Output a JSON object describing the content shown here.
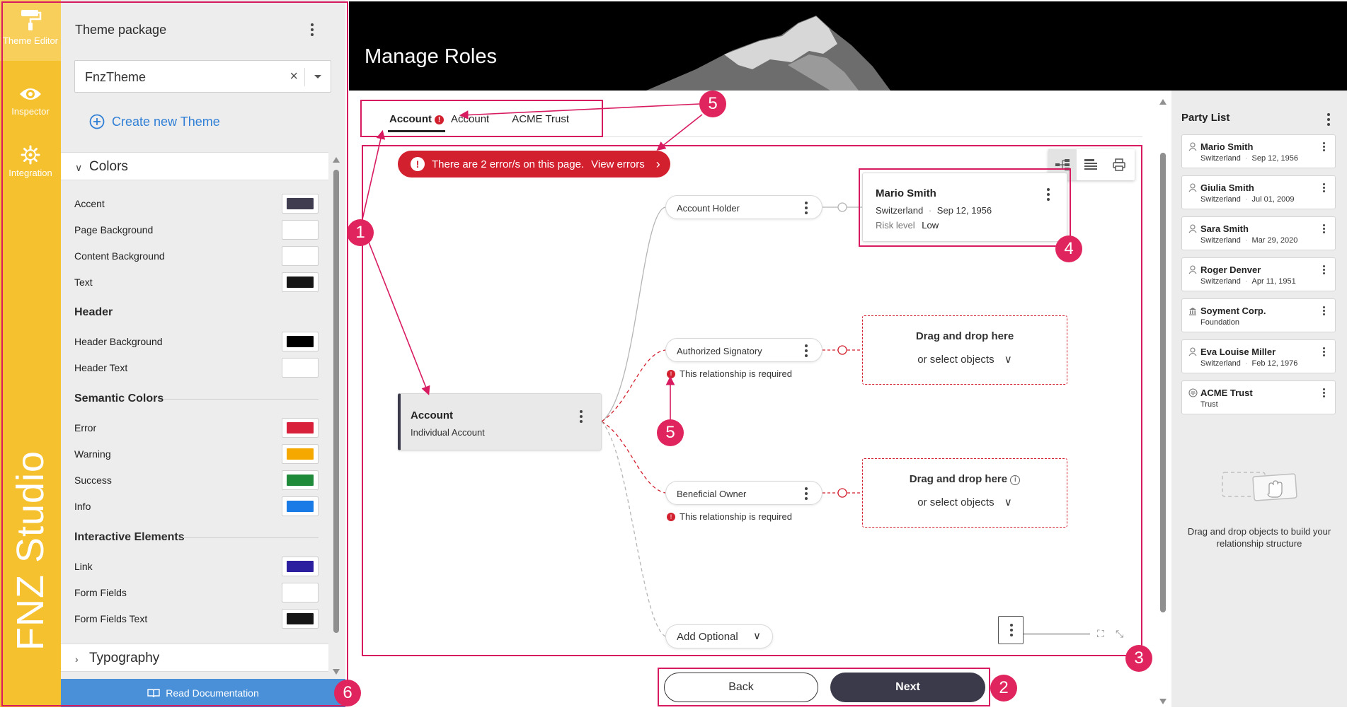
{
  "rail": {
    "items": [
      {
        "label": "Theme Editor",
        "icon": "paint-roller-icon"
      },
      {
        "label": "Inspector",
        "icon": "eye-icon"
      },
      {
        "label": "Integration",
        "icon": "gear-icon"
      }
    ],
    "brand": "FNZ Studio"
  },
  "panel": {
    "title": "Theme package",
    "theme_select": {
      "value": "FnzTheme"
    },
    "create_theme": "Create new Theme",
    "colors_section": "Colors",
    "typography_section": "Typography",
    "groups": {
      "header": "Header",
      "semantic": "Semantic Colors",
      "interactive": "Interactive Elements"
    },
    "colors": [
      {
        "label": "Accent",
        "hex": "#3f3d4f"
      },
      {
        "label": "Page Background",
        "hex": "#ffffff"
      },
      {
        "label": "Content Background",
        "hex": "#ffffff"
      },
      {
        "label": "Text",
        "hex": "#161616"
      },
      {
        "label": "Header Background",
        "hex": "#000000"
      },
      {
        "label": "Header Text",
        "hex": "#ffffff"
      },
      {
        "label": "Error",
        "hex": "#d8203a"
      },
      {
        "label": "Warning",
        "hex": "#f5a800"
      },
      {
        "label": "Success",
        "hex": "#1f8a3a"
      },
      {
        "label": "Info",
        "hex": "#1a7ae6"
      },
      {
        "label": "Link",
        "hex": "#2b1fa0"
      },
      {
        "label": "Form Fields",
        "hex": "#ffffff"
      },
      {
        "label": "Form Fields Text",
        "hex": "#161616"
      }
    ],
    "read_doc": "Read Documentation"
  },
  "header": {
    "title": "Manage Roles"
  },
  "tabs": [
    {
      "label": "Account",
      "error": true,
      "active": true
    },
    {
      "label": "Account",
      "error": false,
      "active": false
    },
    {
      "label": "ACME Trust",
      "error": false,
      "active": false
    }
  ],
  "error_banner": {
    "text": "There are 2 error/s on this page.",
    "link": "View errors"
  },
  "graph": {
    "root": {
      "title": "Account",
      "subtitle": "Individual Account"
    },
    "roles": [
      {
        "label": "Account Holder"
      },
      {
        "label": "Authorized Signatory",
        "required_msg": "This relationship is required"
      },
      {
        "label": "Beneficial Owner",
        "required_msg": "This relationship is required"
      }
    ],
    "holder_card": {
      "name": "Mario Smith",
      "country": "Switzerland",
      "dob": "Sep 12, 1956",
      "risk_label": "Risk level",
      "risk_value": "Low"
    },
    "drop_title": "Drag and drop here",
    "drop_sub": "or select objects",
    "add_optional": "Add Optional"
  },
  "buttons": {
    "back": "Back",
    "next": "Next"
  },
  "party_list": {
    "title": "Party List",
    "items": [
      {
        "name": "Mario Smith",
        "sub1": "Switzerland",
        "sub2": "Sep 12, 1956",
        "icon": "person-icon"
      },
      {
        "name": "Giulia Smith",
        "sub1": "Switzerland",
        "sub2": "Jul 01, 2009",
        "icon": "person-icon"
      },
      {
        "name": "Sara Smith",
        "sub1": "Switzerland",
        "sub2": "Mar 29, 2020",
        "icon": "person-icon"
      },
      {
        "name": "Roger Denver",
        "sub1": "Switzerland",
        "sub2": "Apr 11, 1951",
        "icon": "person-icon"
      },
      {
        "name": "Soyment Corp.",
        "sub1": "Foundation",
        "sub2": "",
        "icon": "bank-icon"
      },
      {
        "name": "Eva Louise Miller",
        "sub1": "Switzerland",
        "sub2": "Feb 12, 1976",
        "icon": "person-icon"
      },
      {
        "name": "ACME Trust",
        "sub1": "Trust",
        "sub2": "",
        "icon": "trust-icon"
      }
    ],
    "hint": "Drag and drop objects to build your relationship structure"
  },
  "annotations": [
    "1",
    "2",
    "3",
    "4",
    "5",
    "5",
    "6"
  ]
}
